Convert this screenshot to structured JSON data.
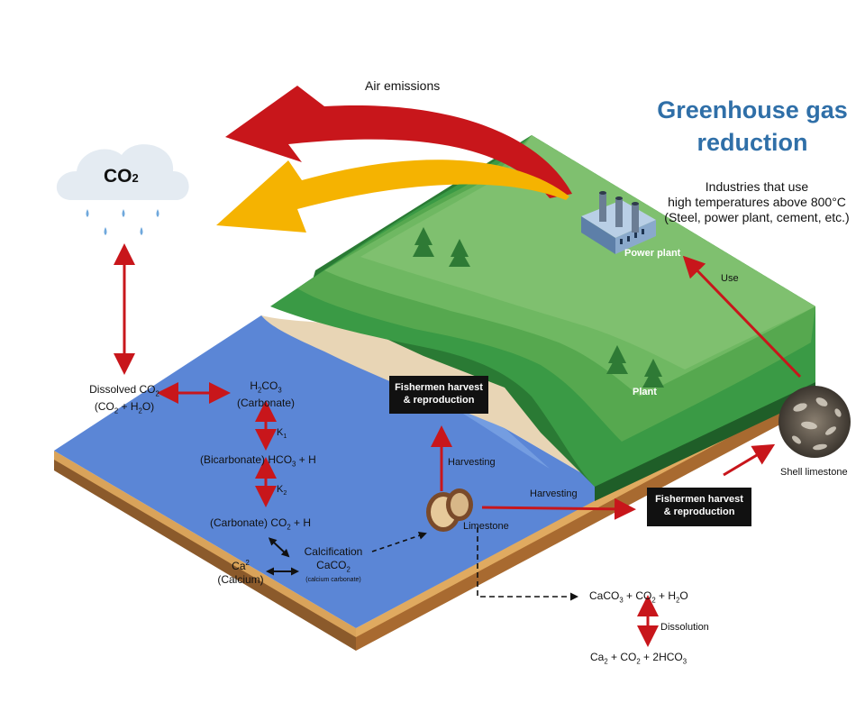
{
  "title": {
    "line1": "Greenhouse gas",
    "line2": "reduction"
  },
  "industries": {
    "line1": "Industries that use",
    "line2": "high temperatures above 800°C",
    "line3": "(Steel, power plant, cement, etc.)"
  },
  "air_emissions": "Air emissions",
  "co2_cloud": {
    "text": "CO",
    "sub": "2"
  },
  "labels": {
    "power_plant": "Power plant",
    "use": "Use",
    "plant": "Plant",
    "shell_limestone": "Shell limestone",
    "harvesting_vertical": "Harvesting",
    "harvesting_horizontal": "Harvesting",
    "limestone": "Limestone",
    "dissolution": "Dissolution",
    "calcification": "Calcification",
    "calcium_carbonate_note": "(calcium carbonate)",
    "calcium": "(Calcium)",
    "carbonate_paren": "(Carbonate)",
    "k1": "K",
    "k2": "K"
  },
  "boxes": {
    "fishermen_upper": {
      "line1": "Fishermen harvest",
      "line2": "& reproduction"
    },
    "fishermen_right": {
      "line1": "Fishermen harvest",
      "line2": "& reproduction"
    }
  },
  "chem": {
    "dissolved_co2": "Dissolved CO",
    "dissolved_co2_paren": "(CO",
    "h2co3": "H",
    "bicarbonate": "(Bicarbonate) HCO",
    "carbonate_co2": "(Carbonate) CO",
    "caco2": "CaCO",
    "ca2": "Ca",
    "caco3_eq": "CaCO",
    "ca2_eq": "Ca"
  },
  "colors": {
    "title_blue": "#2f6fa8",
    "arrow_red": "#c8161b",
    "arrow_yellow": "#f5b301",
    "water": "#5b86d6",
    "grass": "#2f8a3a"
  }
}
